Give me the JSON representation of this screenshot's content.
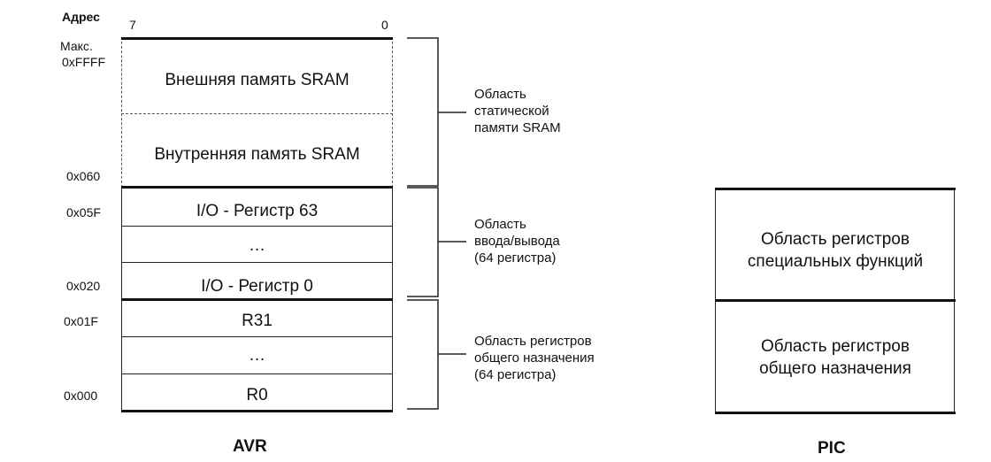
{
  "header": {
    "address_label": "Адрес",
    "bit_high": "7",
    "bit_low": "0"
  },
  "addresses": {
    "max_label": "Макс.",
    "max_value": "0xFFFF",
    "a060": "0x060",
    "a05f": "0x05F",
    "a020": "0x020",
    "a01f": "0x01F",
    "a000": "0x000"
  },
  "avr": {
    "title": "AVR",
    "external_sram": "Внешняя память SRAM",
    "internal_sram": "Внутренняя память SRAM",
    "io_reg_63": "I/O - Регистр 63",
    "io_dots": "…",
    "io_reg_0": "I/O - Регистр 0",
    "r31": "R31",
    "r_dots": "…",
    "r0": "R0"
  },
  "annotations": {
    "sram": [
      "Область",
      "статической",
      "памяти SRAM"
    ],
    "io": [
      "Область",
      "ввода/вывода",
      "(64 регистра)"
    ],
    "gpr": [
      "Область регистров",
      "общего назначения",
      "(64 регистра)"
    ]
  },
  "pic": {
    "title": "PIC",
    "sfr": [
      "Область регистров",
      "специальных функций"
    ],
    "gpr": [
      "Область регистров",
      "общего назначения"
    ]
  },
  "colors": {
    "ink": "#111111",
    "background": "#ffffff",
    "dashed": "#555555"
  }
}
